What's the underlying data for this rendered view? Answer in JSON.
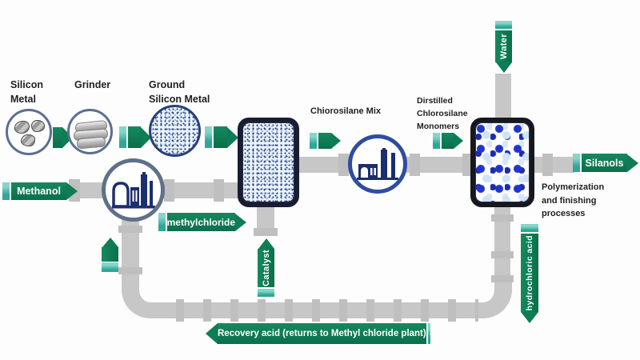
{
  "stage_labels": {
    "silicon_metal": "Silicon Metal",
    "grinder": "Grinder",
    "ground_silicon_metal": "Ground Silicon Metal",
    "chlorosilane_mix": "Chiorosilane Mix",
    "distilled_monomers": "Dirstilled Chlorosilane Monomers",
    "polymerization": "Polymerization and finishing processes"
  },
  "flow_labels": {
    "methanol": "Methanol",
    "methylchloride": "methylchloride",
    "catalyst": "Catalyst",
    "water": "Water",
    "silanols": "Silanols",
    "hydrochloric_acid": "hydrochloric acid",
    "recovery_acid": "Recovery acid (returns to Methyl chloride plant)"
  },
  "colors": {
    "arrow_green": "#0e7c54",
    "arrow_teal": "#45bcac",
    "pipe_gray": "#c7c7c7",
    "icon_navy": "#1b2e6e",
    "vessel_border": "#191d33",
    "circle_blue_border": "#2e4da0",
    "circle_gray_border": "#5b6f91",
    "blob_blue": "#2135cc",
    "blob_light_blue": "#cfe3f5",
    "label_text": "#1f1f1f",
    "background": "#fdfdfd"
  }
}
